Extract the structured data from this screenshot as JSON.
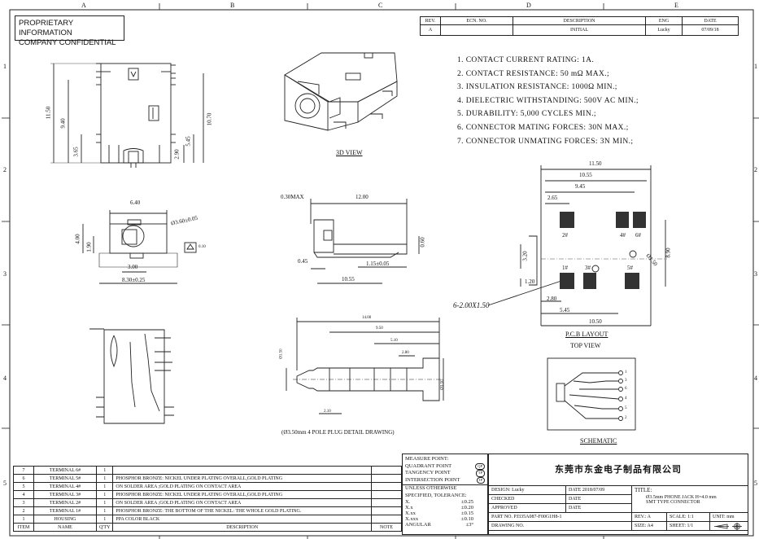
{
  "frame": {
    "col_labels": [
      "A",
      "B",
      "C",
      "D",
      "E"
    ],
    "row_labels": [
      "1",
      "2",
      "3",
      "4",
      "5"
    ]
  },
  "proprietary": {
    "line1": "PROPRIETARY INFORMATION",
    "line2": "COMPANY CONFIDENTIAL"
  },
  "revision_table": {
    "headers": [
      "REV.",
      "ECN. NO.",
      "DESCRIPTION",
      "ENG",
      "DATE"
    ],
    "row": [
      "A",
      "",
      "INITIAL",
      "Lucky",
      "07/09/18"
    ]
  },
  "specs": [
    "1. CONTACT CURRENT RATING: 1A.",
    "2. CONTACT RESISTANCE: 50 mΩ MAX.;",
    "3. INSULATION RESISTANCE: 1000Ω MIN.;",
    "4. DIELECTRIC WITHSTANDING: 500V AC MIN.;",
    "5. DURABILITY: 5,000 CYCLES MIN.;",
    "6. CONNECTOR MATING FORCES: 30N MAX.;",
    "7. CONNECTOR UNMATING FORCES: 3N MIN.;"
  ],
  "views": {
    "front": {
      "dims": [
        "11.50",
        "9.40",
        "3.65",
        "10.70",
        "5.45",
        "2.90"
      ]
    },
    "side": {
      "dims": [
        "6.40",
        "Ø3.60±0.05",
        "4.00",
        "1.90",
        "3.00",
        "8.30±0.25"
      ],
      "flatness": "0.10"
    },
    "three_d_label": "3D VIEW",
    "profile": {
      "dims": [
        "0.30MAX",
        "12.00",
        "0.60",
        "0.45",
        "1.15±0.05",
        "10.55"
      ]
    },
    "plug": {
      "dims": [
        "14.00",
        "9.50",
        "5.10",
        "2.80",
        "Ø3.50",
        "Ø1.50",
        "2.10"
      ],
      "caption": "(Ø3.50mm 4 POLE PLUG DETAIL DRAWING)"
    },
    "pcb": {
      "dims": [
        "11.50",
        "10.55",
        "9.45",
        "2.65",
        "3.20",
        "8.90",
        "Ø1.50",
        "1.20",
        "2.80",
        "5.45",
        "10.50"
      ],
      "pads": [
        "2#",
        "4#",
        "6#",
        "1#",
        "3#",
        "5#"
      ],
      "hole_note": "6-2.00X1.50",
      "caption1": "P.C.B LAYOUT",
      "caption2": "TOP VIEW"
    },
    "schematic": {
      "pins": [
        "1",
        "3",
        "6",
        "4",
        "5",
        "2"
      ],
      "caption": "SCHEMATIC"
    }
  },
  "bom": {
    "rows": [
      [
        "7",
        "TERMINAL 6#",
        "1",
        "",
        ""
      ],
      [
        "6",
        "TERMINAL 5#",
        "1",
        "PHOSPHOR BRONZE: NICKEL UNDER PLATING OVERALL,GOLD PLATING",
        ""
      ],
      [
        "5",
        "TERMINAL 4#",
        "1",
        "ON SOLDER AREA ;GOLD PLATING ON CONTACT AREA",
        ""
      ],
      [
        "4",
        "TERMINAL 3#",
        "1",
        "PHOSPHOR BRONZE: NICKEL UNDER PLATING OVERALL,GOLD PLATING",
        ""
      ],
      [
        "3",
        "TERMINAL 2#",
        "1",
        "ON SOLDER AREA ;GOLD PLATING ON CONTACT AREA",
        ""
      ],
      [
        "2",
        "TERMINAL 1#",
        "1",
        "PHOSPHOR BRONZE: THE BOTTOM OF THE NICKEL: THE WHOLE GOLD PLATING.",
        ""
      ],
      [
        "1",
        "HOUSING",
        "1",
        "PPA COLOR BLACK",
        ""
      ]
    ],
    "headers": [
      "ITEM",
      "NAME",
      "Q'TY",
      "DESCRIPTION",
      "NOTE"
    ]
  },
  "measure": {
    "title": "MEASURE POINT:",
    "items": [
      "QUADRANT POINT",
      "TANGENCY POINT",
      "INTERSECTION POINT"
    ],
    "symbols": [
      "QP",
      "TP",
      "IP"
    ]
  },
  "tolerance": {
    "header1": "UNLESS OTHERWISE",
    "header2": "SPECIFIED, TOLERANCE:",
    "rows": [
      [
        "X.",
        "±0.25"
      ],
      [
        "X.x",
        "±0.20"
      ],
      [
        "X.xx",
        "±0.15"
      ],
      [
        "X.xxx",
        "±0.10"
      ],
      [
        "ANGULAR",
        "±3°"
      ]
    ]
  },
  "title_block": {
    "company": "东莞市东金电子制品有限公司",
    "design": "DESIGN: Lucky",
    "design_date": "DATE 2018/07/09",
    "checked": "CHECKED",
    "checked_date": "DATE",
    "approved": "APPROVED",
    "approved_date": "DATE",
    "title_label": "TITLE:",
    "title_line1": "Ø3.5mm PHONE JACK H=4.0 mm",
    "title_line2": "SMT TYPE CONNECTOR",
    "part_no": "PART NO.   PJ335A087-F00G1H8-1",
    "drawing_no": "DRAWING NO.",
    "rev": "REV.:   A",
    "scale": "SCALE:   1:1",
    "unit": "UNIT:  mm",
    "size": "SIZE:  A4",
    "sheet": "SHEET:  1/1"
  }
}
